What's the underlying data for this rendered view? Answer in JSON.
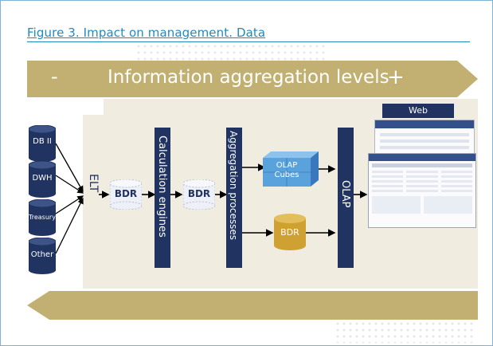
{
  "figure": {
    "title": "Figure 3. Impact on management. Data"
  },
  "top_arrow": {
    "minus": "-",
    "label": "Information aggregation levels",
    "plus": "+"
  },
  "sources": [
    {
      "label": "DB II"
    },
    {
      "label": "DWH"
    },
    {
      "label": "Treasury"
    },
    {
      "label": "Other"
    }
  ],
  "elt": {
    "label": "ELT"
  },
  "bdr": {
    "label": "BDR"
  },
  "calc": {
    "label": "Calculation engines"
  },
  "aggproc": {
    "label": "Aggregation processes"
  },
  "cubes": {
    "line1": "OLAP",
    "line2": "Cubes"
  },
  "olap": {
    "label": "OLAP"
  },
  "web": {
    "label": "Web"
  },
  "colors": {
    "navy": "#213461",
    "gold": "#c1b072",
    "panel": "#f1ece0",
    "title_blue": "#1f8ac0",
    "cube_blue": "#5aa2dc",
    "db_gold": "#cfa032"
  }
}
